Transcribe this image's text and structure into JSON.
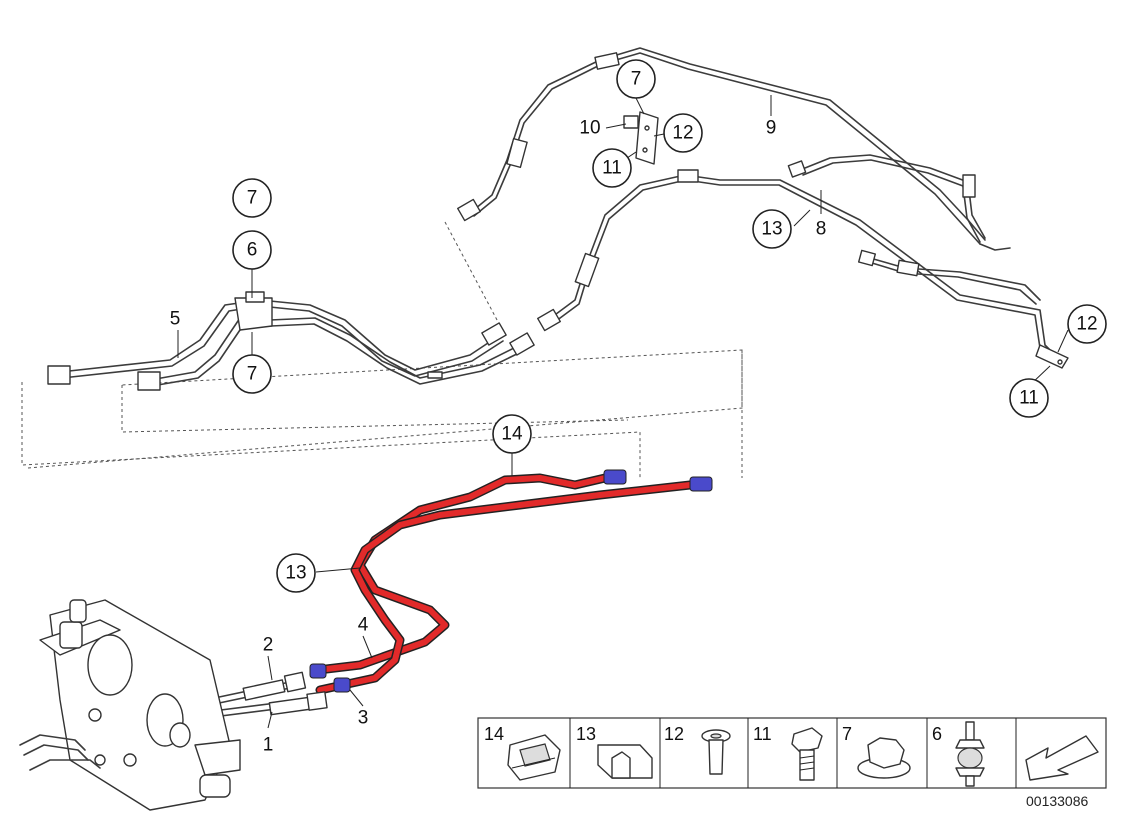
{
  "diagram": {
    "callouts": [
      {
        "id": "c7a",
        "label": "7"
      },
      {
        "id": "c6",
        "label": "6"
      },
      {
        "id": "c7b",
        "label": "7"
      },
      {
        "id": "c7c",
        "label": "7"
      },
      {
        "id": "c12a",
        "label": "12"
      },
      {
        "id": "c11a",
        "label": "11"
      },
      {
        "id": "c13a",
        "label": "13"
      },
      {
        "id": "c12b",
        "label": "12"
      },
      {
        "id": "c11b",
        "label": "11"
      },
      {
        "id": "c14",
        "label": "14"
      },
      {
        "id": "c13b",
        "label": "13"
      }
    ],
    "plain_labels": [
      {
        "id": "l5",
        "label": "5"
      },
      {
        "id": "l10",
        "label": "10"
      },
      {
        "id": "l9",
        "label": "9"
      },
      {
        "id": "l8",
        "label": "8"
      },
      {
        "id": "l4",
        "label": "4"
      },
      {
        "id": "l2",
        "label": "2"
      },
      {
        "id": "l1",
        "label": "1"
      },
      {
        "id": "l3",
        "label": "3"
      }
    ],
    "legend": [
      {
        "number": "14",
        "icon": "clip-icon"
      },
      {
        "number": "13",
        "icon": "pipe-clamp-icon"
      },
      {
        "number": "12",
        "icon": "expanding-rivet-icon"
      },
      {
        "number": "11",
        "icon": "hex-bolt-icon"
      },
      {
        "number": "7",
        "icon": "hex-nut-icon"
      },
      {
        "number": "6",
        "icon": "rubber-mount-icon"
      },
      {
        "number": "",
        "icon": "arrow-icon"
      }
    ],
    "document_number": "00133086",
    "colors": {
      "highlight_pipe": "#e22a2a",
      "fitting_blue": "#4a4acb",
      "line": "#3c3c3c"
    }
  }
}
